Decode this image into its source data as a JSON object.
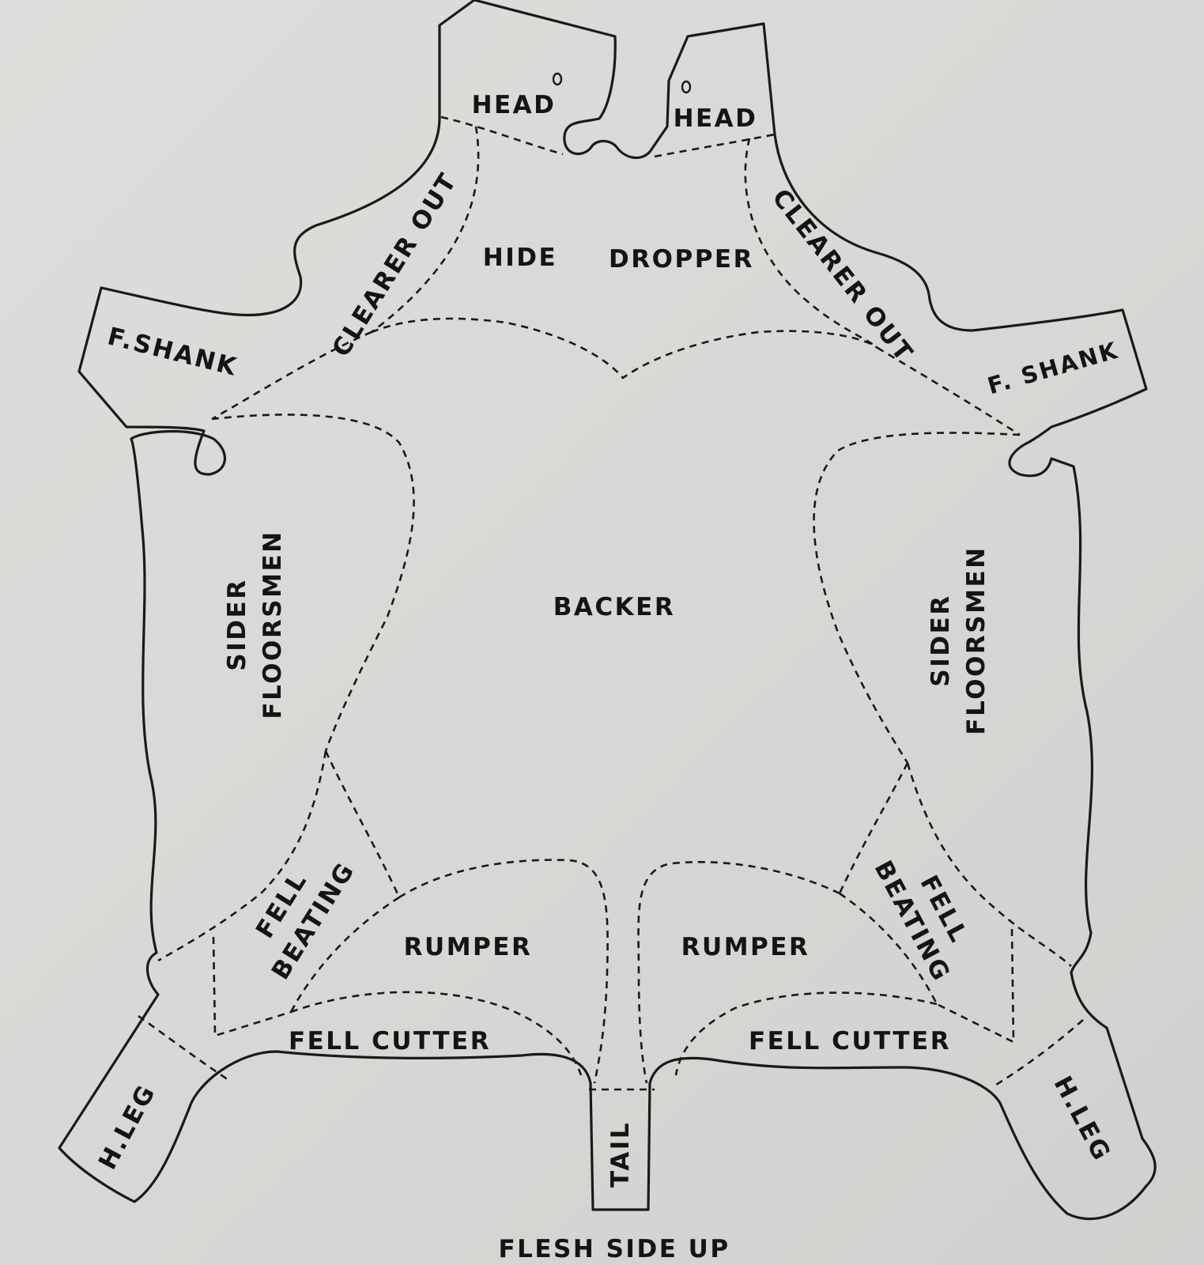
{
  "diagram": {
    "caption": "FLESH SIDE UP",
    "regions": {
      "head_left": "HEAD",
      "head_right": "HEAD",
      "hide_dropper_1": "HIDE",
      "hide_dropper_2": "DROPPER",
      "clearer_out_left": "CLEARER OUT",
      "clearer_out_right": "CLEARER OUT",
      "f_shank_left": "F.SHANK",
      "f_shank_right": "F. SHANK",
      "sider_left_1": "SIDER",
      "sider_left_2": "FLOORSMEN",
      "sider_right_1": "SIDER",
      "sider_right_2": "FLOORSMEN",
      "backer": "BACKER",
      "fell_beating_left_1": "FELL",
      "fell_beating_left_2": "BEATING",
      "fell_beating_right_1": "FELL",
      "fell_beating_right_2": "BEATING",
      "rumper_left": "RUMPER",
      "rumper_right": "RUMPER",
      "fell_cutter_left": "FELL CUTTER",
      "fell_cutter_right": "FELL CUTTER",
      "h_leg_left": "H.LEG",
      "h_leg_right": "H.LEG",
      "tail": "TAIL"
    }
  }
}
